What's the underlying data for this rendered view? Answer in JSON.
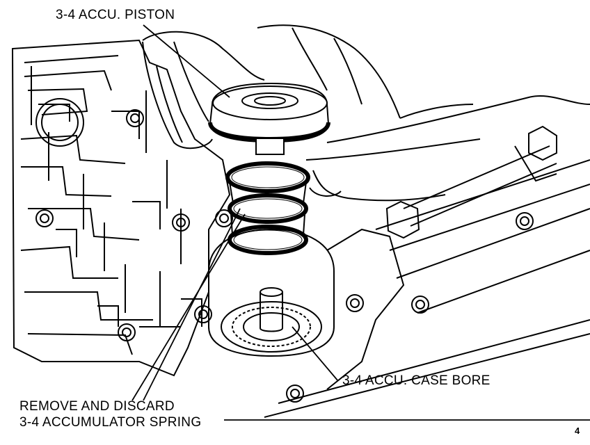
{
  "labels": {
    "piston": "3-4 ACCU. PISTON",
    "case_bore": "3-4 ACCU. CASE BORE",
    "remove_line1": "REMOVE AND DISCARD",
    "remove_line2": "3-4 ACCUMULATOR SPRING",
    "figure_number": "4"
  },
  "colors": {
    "ink": "#000000",
    "paper": "#ffffff"
  }
}
